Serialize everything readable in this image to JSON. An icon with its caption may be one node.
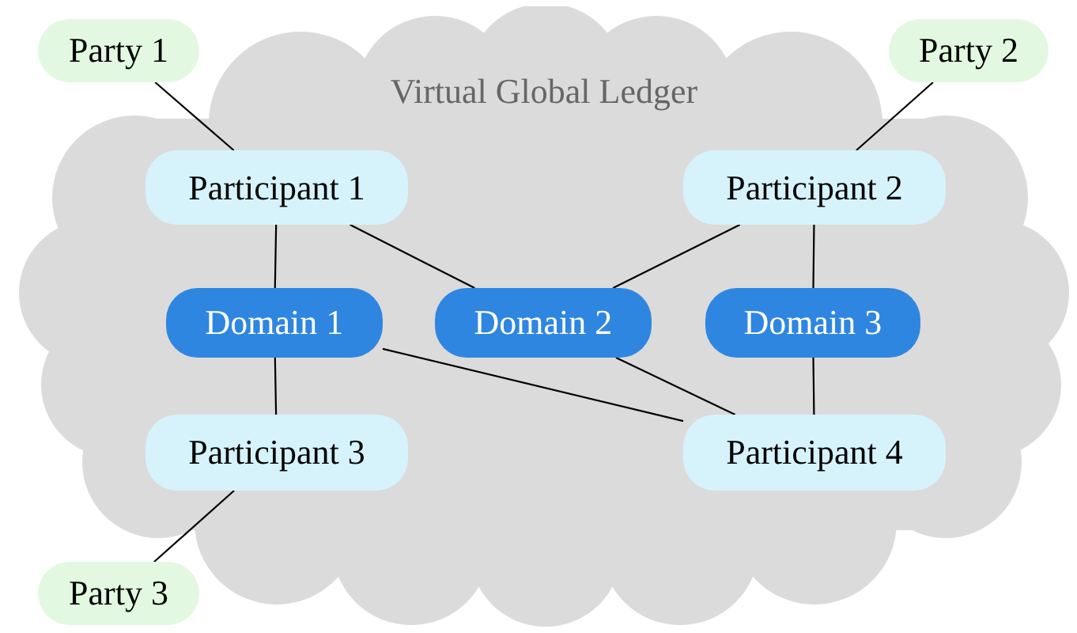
{
  "diagram": {
    "nodes": [
      {
        "text": [
          "Party 1"
        ]
      },
      {
        "text": [
          "Virtual Global Ledger"
        ]
      },
      {
        "text": [
          "Party 2"
        ]
      },
      {
        "text": [
          "Participant 1"
        ],
        "in": 1
      },
      {
        "text": [
          "Participant 2"
        ],
        "in": 1
      },
      {
        "text": [
          "Domain 1"
        ],
        "in": 1
      },
      {
        "text": [
          "Domain 2"
        ],
        "in": 1
      },
      {
        "text": [
          "Domain 3"
        ],
        "in": 1
      },
      {
        "text": [
          "Participant 3"
        ],
        "in": 1
      },
      {
        "text": [
          "Participant 4"
        ],
        "in": 1
      },
      {
        "text": [
          "Party 3"
        ]
      }
    ],
    "edges": [
      {
        "from": 0,
        "to": 3,
        "arrow": "none"
      },
      {
        "from": 2,
        "to": 4,
        "arrow": "none"
      },
      {
        "from": 3,
        "to": 5,
        "arrow": "none"
      },
      {
        "from": 3,
        "to": 6,
        "arrow": "none"
      },
      {
        "from": 4,
        "to": 6,
        "arrow": "none"
      },
      {
        "from": 4,
        "to": 7,
        "arrow": "none"
      },
      {
        "from": 5,
        "to": 8,
        "arrow": "none"
      },
      {
        "from": 5,
        "to": 9,
        "arrow": "none"
      },
      {
        "from": 6,
        "to": 9,
        "arrow": "none"
      },
      {
        "from": 7,
        "to": 9,
        "arrow": "none"
      },
      {
        "from": 8,
        "to": 10,
        "arrow": "none"
      }
    ]
  }
}
